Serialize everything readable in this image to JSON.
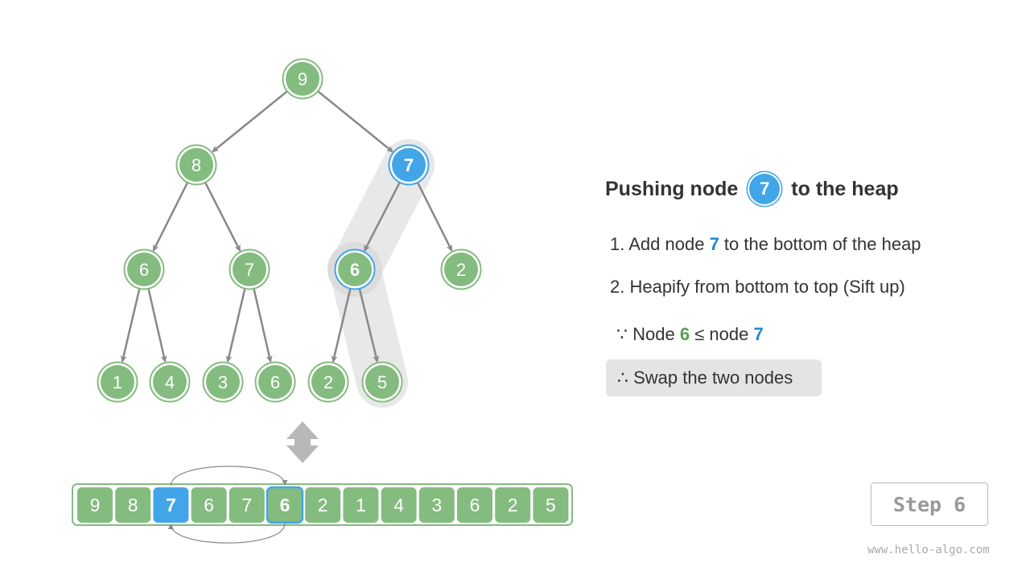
{
  "tree": {
    "nodes": [
      {
        "value": "9",
        "state": "normal"
      },
      {
        "value": "8",
        "state": "normal"
      },
      {
        "value": "7",
        "state": "active"
      },
      {
        "value": "6",
        "state": "normal"
      },
      {
        "value": "7",
        "state": "normal"
      },
      {
        "value": "6",
        "state": "ringed"
      },
      {
        "value": "2",
        "state": "normal"
      },
      {
        "value": "1",
        "state": "normal"
      },
      {
        "value": "4",
        "state": "normal"
      },
      {
        "value": "3",
        "state": "normal"
      },
      {
        "value": "6",
        "state": "normal"
      },
      {
        "value": "2",
        "state": "normal"
      },
      {
        "value": "5",
        "state": "normal"
      }
    ]
  },
  "array": {
    "values": [
      "9",
      "8",
      "7",
      "6",
      "7",
      "6",
      "2",
      "1",
      "4",
      "3",
      "6",
      "2",
      "5"
    ],
    "active_index": 2,
    "ringed_index": 5
  },
  "panel": {
    "title_before": "Pushing node",
    "title_node": "7",
    "title_after": "to the heap",
    "step1_before": "1. Add node ",
    "step1_node": "7",
    "step1_after": " to the bottom of the heap",
    "step2": "2. Heapify from bottom to top (Sift up)",
    "because_before": "∵ Node ",
    "because_a": "6",
    "because_mid": " ≤ node ",
    "because_b": "7",
    "therefore": "∴ Swap the two nodes"
  },
  "step_label": "Step 6",
  "watermark": "www.hello-algo.com",
  "colors": {
    "node": "#84bb7f",
    "active": "#42a5e8",
    "edge": "#888888",
    "highlight": "#e8e8e8"
  }
}
